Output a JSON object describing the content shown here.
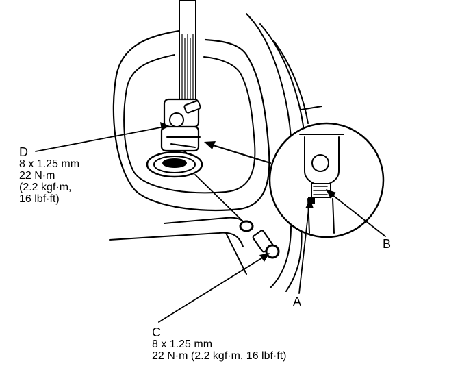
{
  "callouts": {
    "d": {
      "letter": "D",
      "lines": [
        "8 x 1.25 mm",
        "22 N·m",
        "(2.2 kgf·m,",
        "16 lbf·ft)"
      ]
    },
    "c": {
      "letter": "C",
      "lines": [
        "8 x 1.25 mm",
        "22 N·m (2.2 kgf·m, 16 lbf·ft)"
      ]
    },
    "a": {
      "letter": "A"
    },
    "b": {
      "letter": "B"
    }
  }
}
